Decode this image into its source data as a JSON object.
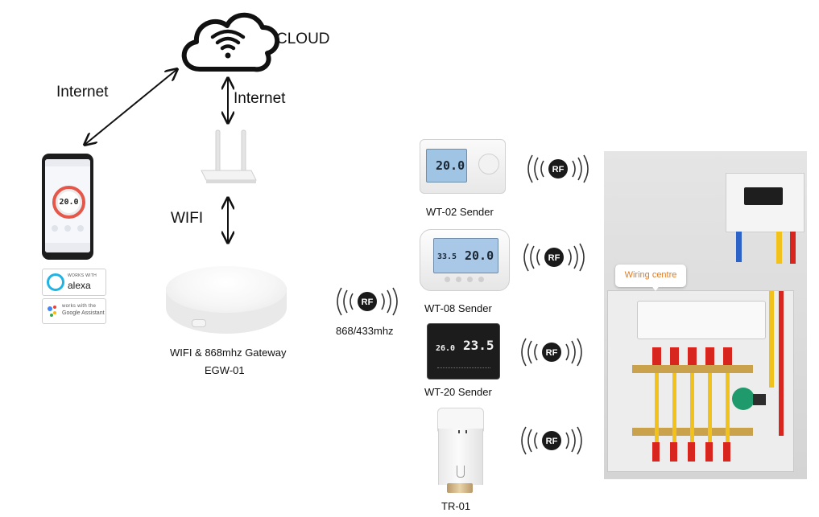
{
  "labels": {
    "cloud": "CLOUD",
    "internet_left": "Internet",
    "internet_right": "Internet",
    "wifi": "WIFI",
    "gateway_line1": "WIFI & 868mhz Gateway",
    "gateway_line2": "EGW-01",
    "frequency": "868/433mhz"
  },
  "phone": {
    "temperature": "20.0"
  },
  "badges": {
    "alexa_small": "WORKS WITH",
    "alexa_big": "alexa",
    "google_small": "works with the",
    "google_big": "Google Assistant"
  },
  "devices": [
    {
      "label": "WT-02 Sender",
      "readout": "20.0"
    },
    {
      "label": "WT-08 Sender",
      "readout_main": "20.0",
      "readout_small": "33.5"
    },
    {
      "label": "WT-20 Sender",
      "readout_main": "23.5",
      "readout_small": "26.0"
    },
    {
      "label": "TR-01"
    }
  ],
  "rf_badge": "RF",
  "wiring_centre": {
    "callout": "Wiring centre"
  },
  "colors": {
    "rf_badge": "#1a1a1a",
    "rf_text": "#ffffff",
    "alexa": "#20b3e4",
    "phone_ring": "#e4574b",
    "callout_text": "#e07a22",
    "pipe_red": "#d8261f",
    "pipe_yellow": "#f1c21b",
    "pipe_blue": "#2b63c9"
  }
}
